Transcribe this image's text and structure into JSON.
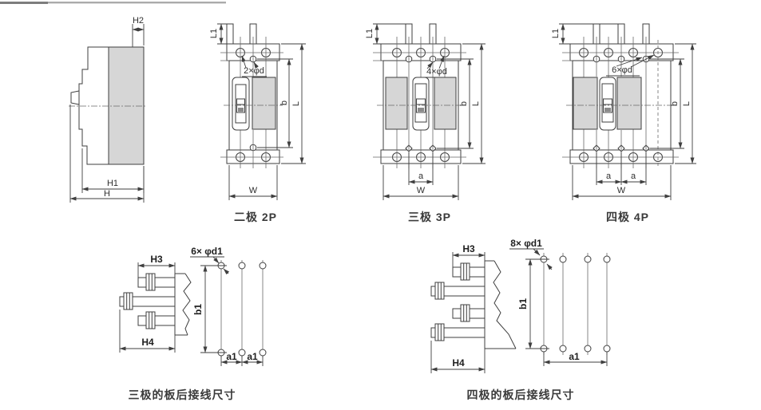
{
  "colors": {
    "line": "#3f3f3f",
    "fill_gray": "#d6d6d6",
    "background": "#ffffff"
  },
  "side_view": {
    "labels": {
      "h2": "H2",
      "h1": "H1",
      "h": "H"
    }
  },
  "breaker_2p": {
    "caption": "二极 2P",
    "labels": {
      "l1": "L1",
      "holes": "2×φd",
      "b": "b",
      "l": "L",
      "w": "W"
    }
  },
  "breaker_3p": {
    "caption": "三极 3P",
    "labels": {
      "l1": "L1",
      "holes": "4×φd",
      "b": "b",
      "l": "L",
      "a": "a",
      "w": "W"
    }
  },
  "breaker_4p": {
    "caption": "四极 4P",
    "labels": {
      "l1": "L1",
      "holes": "6×φd",
      "b": "b",
      "l": "L",
      "a_left": "a",
      "a_right": "a",
      "w": "W"
    }
  },
  "rear_3p": {
    "caption": "三极的板后接线尺寸",
    "labels": {
      "holes": "6× φd1",
      "h3": "H3",
      "h4": "H4",
      "b1": "b1",
      "a1_left": "a1",
      "a1_right": "a1"
    }
  },
  "rear_4p": {
    "caption": "四极的板后接线尺寸",
    "labels": {
      "holes": "8× φd1",
      "h3": "H3",
      "h4": "H4",
      "b1": "b1",
      "a1": "a1"
    }
  }
}
